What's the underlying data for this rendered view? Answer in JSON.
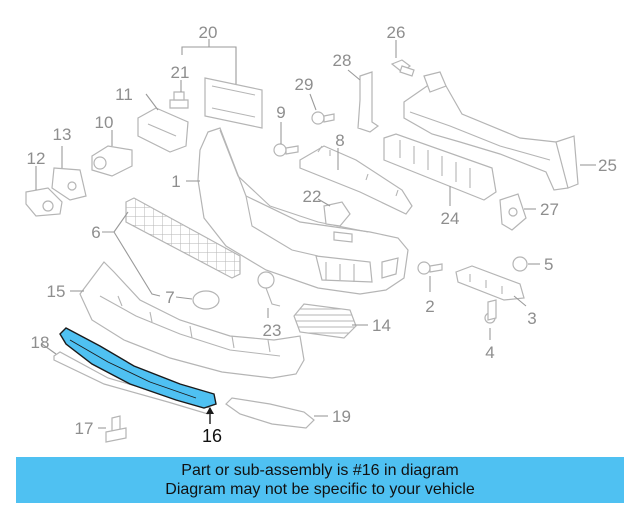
{
  "callouts": {
    "c1": "1",
    "c2": "2",
    "c3": "3",
    "c4": "4",
    "c5": "5",
    "c6": "6",
    "c7": "7",
    "c8": "8",
    "c9": "9",
    "c10": "10",
    "c11": "11",
    "c12": "12",
    "c13": "13",
    "c14": "14",
    "c15": "15",
    "c16": "16",
    "c17": "17",
    "c18": "18",
    "c19": "19",
    "c20": "20",
    "c21": "21",
    "c22": "22",
    "c23": "23",
    "c24": "24",
    "c25": "25",
    "c26": "26",
    "c27": "27",
    "c28": "28",
    "c29": "29"
  },
  "highlight": {
    "part_number": "16",
    "color": "#4fc1f2"
  },
  "banner": {
    "line1": "Part or sub-assembly is #16 in diagram",
    "line2": "Diagram may not be specific to your vehicle",
    "color": "#4fc1f2"
  }
}
